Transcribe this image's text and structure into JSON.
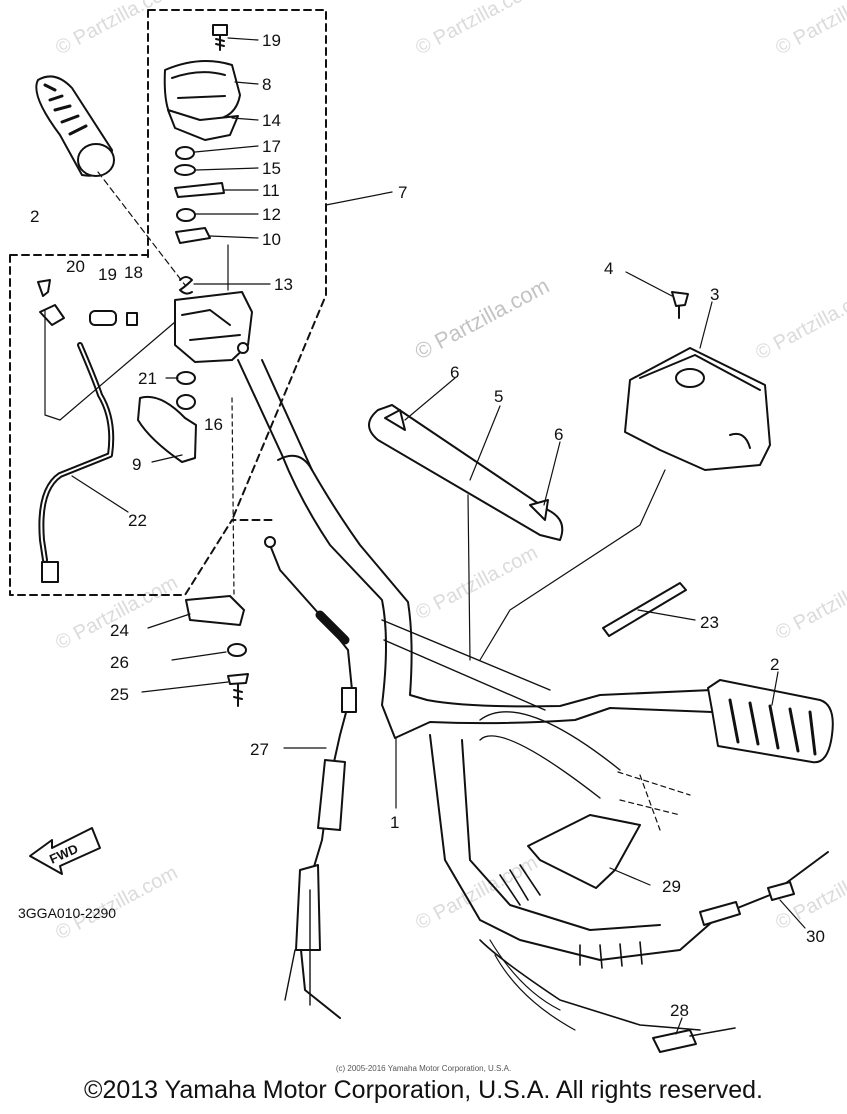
{
  "watermark": {
    "text": "© Partzilla.com"
  },
  "callouts": [
    "1",
    "2",
    "2",
    "3",
    "4",
    "5",
    "6",
    "6",
    "7",
    "8",
    "9",
    "10",
    "11",
    "12",
    "13",
    "14",
    "15",
    "16",
    "17",
    "18",
    "19",
    "19",
    "20",
    "21",
    "22",
    "23",
    "24",
    "25",
    "26",
    "27",
    "28",
    "29",
    "30"
  ],
  "labels": {
    "l19a": "19",
    "l8": "8",
    "l14": "14",
    "l17": "17",
    "l15": "15",
    "l11": "11",
    "l12": "12",
    "l10": "10",
    "l7": "7",
    "l13": "13",
    "l2a": "2",
    "l20": "20",
    "l19b": "19",
    "l18": "18",
    "l21": "21",
    "l16": "16",
    "l9": "9",
    "l22": "22",
    "l4": "4",
    "l3": "3",
    "l6a": "6",
    "l5": "5",
    "l6b": "6",
    "l23": "23",
    "l2b": "2",
    "l24": "24",
    "l26": "26",
    "l25": "25",
    "l27": "27",
    "l1": "1",
    "l29": "29",
    "l30": "30",
    "l28": "28"
  },
  "fwd_label": "FWD",
  "diagram_code": "3GGA010-2290",
  "copyright_small": "(c) 2005-2016 Yamaha Motor Corporation, U.S.A.",
  "copyright_main": "©2013 Yamaha Motor Corporation, U.S.A. All rights reserved."
}
